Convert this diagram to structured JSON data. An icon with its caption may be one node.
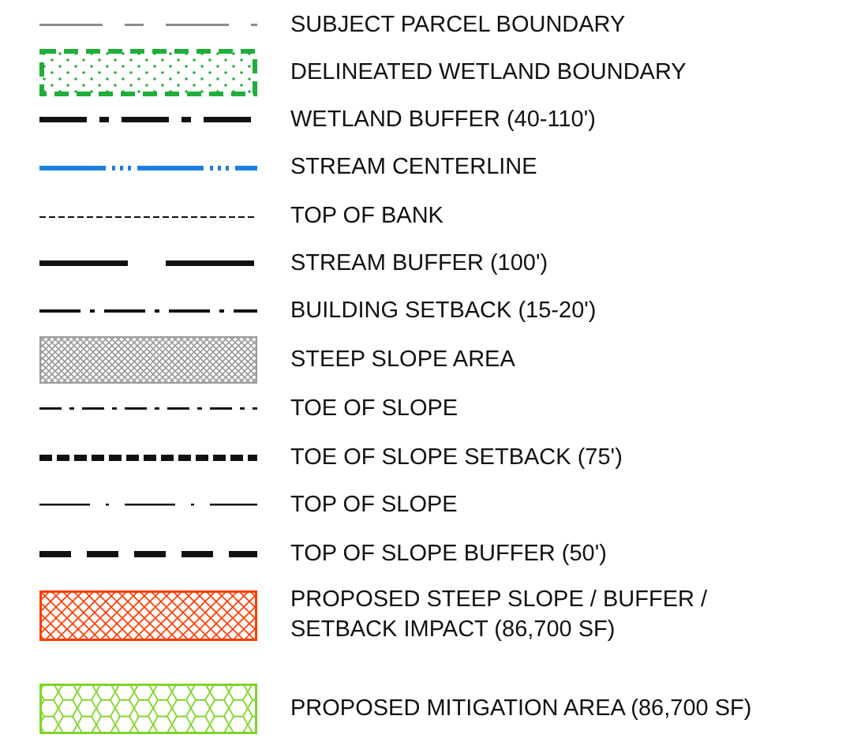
{
  "diagram": {
    "legend": [
      {
        "text": "SUBJECT PARCEL BOUNDARY"
      },
      {
        "text": "DELINEATED WETLAND BOUNDARY"
      },
      {
        "text": "WETLAND BUFFER (40-110')"
      },
      {
        "text": "STREAM CENTERLINE"
      },
      {
        "text": "TOP OF BANK"
      },
      {
        "text": "STREAM BUFFER (100')"
      },
      {
        "text": "BUILDING SETBACK (15-20')"
      },
      {
        "text": "STEEP SLOPE AREA"
      },
      {
        "text": "TOE OF SLOPE"
      },
      {
        "text": "TOE OF SLOPE SETBACK (75')"
      },
      {
        "text": "TOP OF SLOPE"
      },
      {
        "text": "TOP OF SLOPE BUFFER (50')"
      },
      {
        "text": "PROPOSED STEEP SLOPE / BUFFER / SETBACK IMPACT (86,700 SF)"
      },
      {
        "text": "PROPOSED MITIGATION AREA (86,700 SF)"
      }
    ]
  }
}
